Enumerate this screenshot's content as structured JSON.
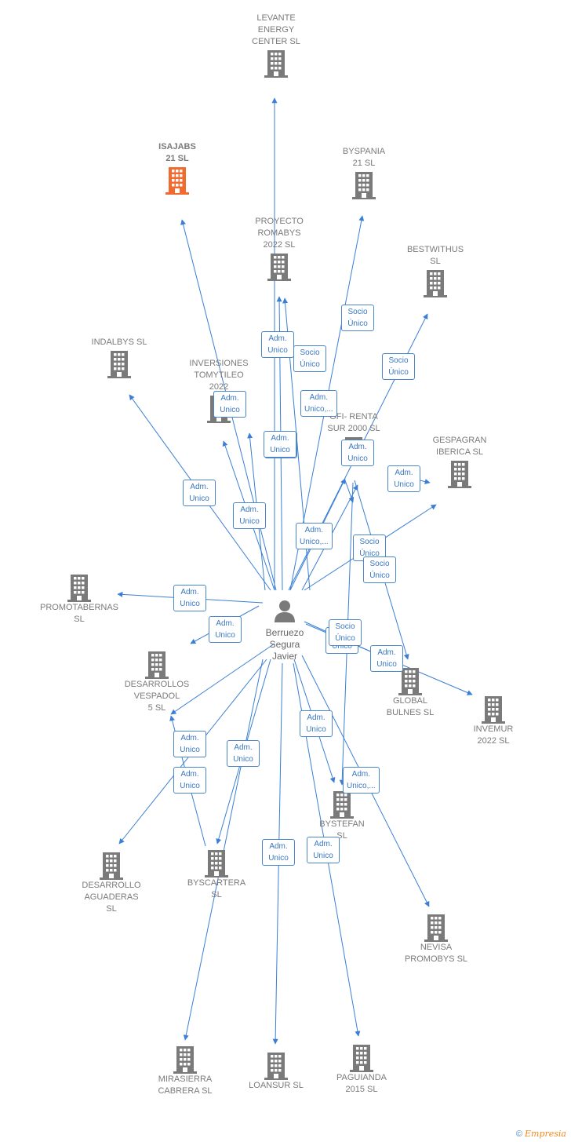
{
  "center": {
    "name": "Berruezo\nSegura\nJavier"
  },
  "companies": [
    {
      "id": "levante",
      "label": "LEVANTE\nENERGY\nCENTER SL",
      "color": "#7a7a7a"
    },
    {
      "id": "isajabs",
      "label": "ISAJABS\n21  SL",
      "color": "#f26a2e"
    },
    {
      "id": "byspania",
      "label": "BYSPANIA\n21  SL",
      "color": "#7a7a7a"
    },
    {
      "id": "proyecto",
      "label": "PROYECTO\nROMABYS\n2022  SL",
      "color": "#7a7a7a"
    },
    {
      "id": "bestwithus",
      "label": "BESTWITHUS\nSL",
      "color": "#7a7a7a"
    },
    {
      "id": "indalbys",
      "label": "INDALBYS  SL",
      "color": "#7a7a7a"
    },
    {
      "id": "inversiones",
      "label": "INVERSIONES\nTOMYTILEO\n2022",
      "color": "#7a7a7a"
    },
    {
      "id": "ofi",
      "label": "OFI- RENTA\nSUR 2000 SL",
      "color": "#7a7a7a"
    },
    {
      "id": "gespagran",
      "label": "GESPAGRAN\nIBERICA SL",
      "color": "#7a7a7a"
    },
    {
      "id": "promotabernas",
      "label": "PROMOTABERNAS\nSL",
      "color": "#7a7a7a"
    },
    {
      "id": "desarrollos",
      "label": "DESARROLLOS\nVESPADOL\n5  SL",
      "color": "#7a7a7a"
    },
    {
      "id": "global",
      "label": "GLOBAL\nBULNES  SL",
      "color": "#7a7a7a"
    },
    {
      "id": "invemur",
      "label": "INVEMUR\n2022  SL",
      "color": "#7a7a7a"
    },
    {
      "id": "bystefan",
      "label": "BYSTEFAN\nSL",
      "color": "#7a7a7a"
    },
    {
      "id": "desarrollo_ag",
      "label": "DESARROLLO\nAGUADERAS\nSL",
      "color": "#7a7a7a"
    },
    {
      "id": "byscartera",
      "label": "BYSCARTERA\nSL",
      "color": "#7a7a7a"
    },
    {
      "id": "nevisa",
      "label": "NEVISA\nPROMOBYS SL",
      "color": "#7a7a7a"
    },
    {
      "id": "mirasierra",
      "label": "MIRASIERRA\nCABRERA SL",
      "color": "#7a7a7a"
    },
    {
      "id": "loansur",
      "label": "LOANSUR  SL",
      "color": "#7a7a7a"
    },
    {
      "id": "paguianda",
      "label": "PAGUIANDA\n2015 SL",
      "color": "#7a7a7a"
    }
  ],
  "relations": [
    {
      "target": "levante",
      "label": ""
    },
    {
      "target": "isajabs",
      "label": "Adm.\nUnico"
    },
    {
      "target": "byspania",
      "label": "Socio\nÚnico"
    },
    {
      "target": "proyecto",
      "label": "Adm.\nUnico"
    },
    {
      "target": "proyecto",
      "label": "Socio\nÚnico"
    },
    {
      "target": "bestwithus",
      "label": "Socio\nÚnico"
    },
    {
      "target": "indalbys",
      "label": "Adm.\nUnico"
    },
    {
      "target": "inversiones",
      "label": "Adm.\nUnico"
    },
    {
      "target": "inversiones",
      "label": "Adm.\nUnico"
    },
    {
      "target": "ofi",
      "label": "Adm.\nUnico,..."
    },
    {
      "target": "ofi",
      "label": "Adm.\nUnico,..."
    },
    {
      "target": "ofi",
      "label": "Adm.\nUnico"
    },
    {
      "target": "gespagran",
      "label": "Socio\nÚnico"
    },
    {
      "target": "gespagran",
      "label": "Adm.\nUnico"
    },
    {
      "target": "global",
      "label": "Socio\nÚnico"
    },
    {
      "target": "promotabernas",
      "label": "Adm.\nUnico"
    },
    {
      "target": "desarrollos",
      "label": "Adm.\nUnico"
    },
    {
      "target": "desarrollos",
      "label": "Socio\nÚnico"
    },
    {
      "target": "global",
      "label": "Adm.\nUnico"
    },
    {
      "target": "invemur",
      "label": "Adm.\nUnico"
    },
    {
      "target": "bystefan",
      "label": "Adm.\nUnico"
    },
    {
      "target": "bystefan",
      "label": "Adm.\nUnico,..."
    },
    {
      "target": "desarrollo_ag",
      "label": "Adm.\nUnico"
    },
    {
      "target": "byscartera",
      "label": "Adm.\nUnico"
    },
    {
      "target": "byscartera",
      "label": "Adm.\nUnico"
    },
    {
      "target": "nevisa",
      "label": ""
    },
    {
      "target": "mirasierra",
      "label": ""
    },
    {
      "target": "loansur",
      "label": "Adm.\nUnico"
    },
    {
      "target": "paguianda",
      "label": "Adm.\nUnico"
    },
    {
      "target": "ofi",
      "label": "Socio\nÚnico"
    },
    {
      "target": "ofi",
      "label": "Socio\nÚnico"
    },
    {
      "target": "ofi",
      "label": "Adm.\nUnico"
    }
  ],
  "colors": {
    "edge": "#3a7fd5",
    "building": "#7a7a7a",
    "highlight": "#f26a2e",
    "person": "#7a7a7a"
  },
  "footer": {
    "copyright": "©",
    "brand": "Empresia"
  }
}
